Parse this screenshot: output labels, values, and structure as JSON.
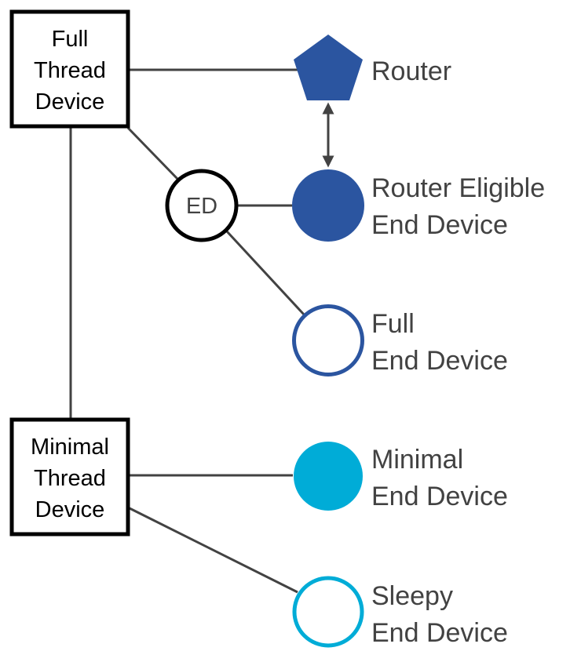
{
  "boxes": {
    "full_thread_device": {
      "lines": [
        "Full",
        "Thread",
        "Device"
      ]
    },
    "minimal_thread_device": {
      "lines": [
        "Minimal",
        "Thread",
        "Device"
      ]
    }
  },
  "ed_node": {
    "label": "ED"
  },
  "devices": {
    "router": {
      "lines": [
        "Router"
      ],
      "shape": "pentagon-filled",
      "color": "#2b55a0"
    },
    "router_eligible_end_device": {
      "lines": [
        "Router Eligible",
        "End Device"
      ],
      "shape": "circle-filled",
      "color": "#2b55a0"
    },
    "full_end_device": {
      "lines": [
        "Full",
        "End Device"
      ],
      "shape": "circle-outline",
      "color": "#2b55a0"
    },
    "minimal_end_device": {
      "lines": [
        "Minimal",
        "End Device"
      ],
      "shape": "circle-filled",
      "color": "#00acd7"
    },
    "sleepy_end_device": {
      "lines": [
        "Sleepy",
        "End Device"
      ],
      "shape": "circle-outline",
      "color": "#00acd7"
    }
  },
  "colors": {
    "connector": "#424242",
    "box_border": "#000000",
    "label_text": "#424242"
  }
}
